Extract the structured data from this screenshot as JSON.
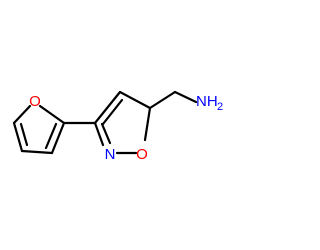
{
  "molecule": {
    "atoms": {
      "furan_o": {
        "label": "O",
        "color": "#ff0000"
      },
      "ring_n": {
        "label": "N",
        "color": "#0000ff"
      },
      "ring_o": {
        "label": "O",
        "color": "#ff0000"
      },
      "amine": {
        "label": "NH",
        "subscript": "2",
        "color": "#0000ff"
      }
    }
  }
}
